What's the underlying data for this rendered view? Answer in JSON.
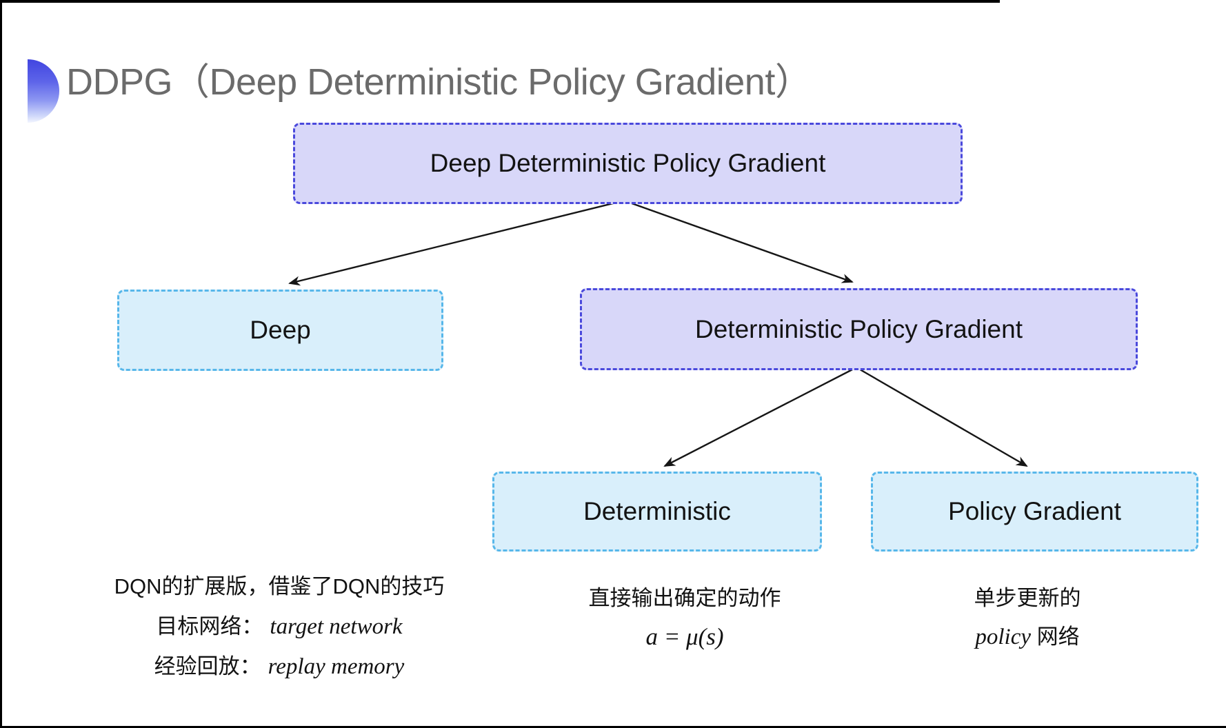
{
  "header": {
    "title": "DDPG（Deep Deterministic Policy Gradient）",
    "title_color": "#6b6b6b",
    "bullet_gradient_top": "#4145e0",
    "bullet_gradient_bottom": "#f2f5fe"
  },
  "diagram": {
    "nodes": [
      {
        "id": "ddpg",
        "label": "Deep Deterministic Policy Gradient",
        "variant": "purple"
      },
      {
        "id": "deep",
        "label": "Deep",
        "variant": "cyan"
      },
      {
        "id": "dpg",
        "label": "Deterministic Policy Gradient",
        "variant": "purple"
      },
      {
        "id": "deterministic",
        "label": "Deterministic",
        "variant": "cyan"
      },
      {
        "id": "policy_gradient",
        "label": "Policy Gradient",
        "variant": "cyan"
      }
    ],
    "edges": [
      {
        "from": "ddpg",
        "to": "deep"
      },
      {
        "from": "ddpg",
        "to": "dpg"
      },
      {
        "from": "dpg",
        "to": "deterministic"
      },
      {
        "from": "dpg",
        "to": "policy_gradient"
      }
    ],
    "colors": {
      "purple_fill": "#d8d7f9",
      "purple_border": "#4a49dc",
      "cyan_fill": "#d9effb",
      "cyan_border": "#57b7ea",
      "arrow": "#161616"
    }
  },
  "notes": {
    "deep": {
      "line1": "DQN的扩展版，借鉴了DQN的技巧",
      "line2_label": "目标网络：",
      "line2_term": "target network",
      "line3_label": "经验回放：",
      "line3_term": "replay memory"
    },
    "deterministic": {
      "line1": "直接输出确定的动作",
      "formula": "a = μ(s)"
    },
    "policy_gradient": {
      "line1": "单步更新的",
      "term": "policy",
      "suffix": " 网络"
    }
  }
}
